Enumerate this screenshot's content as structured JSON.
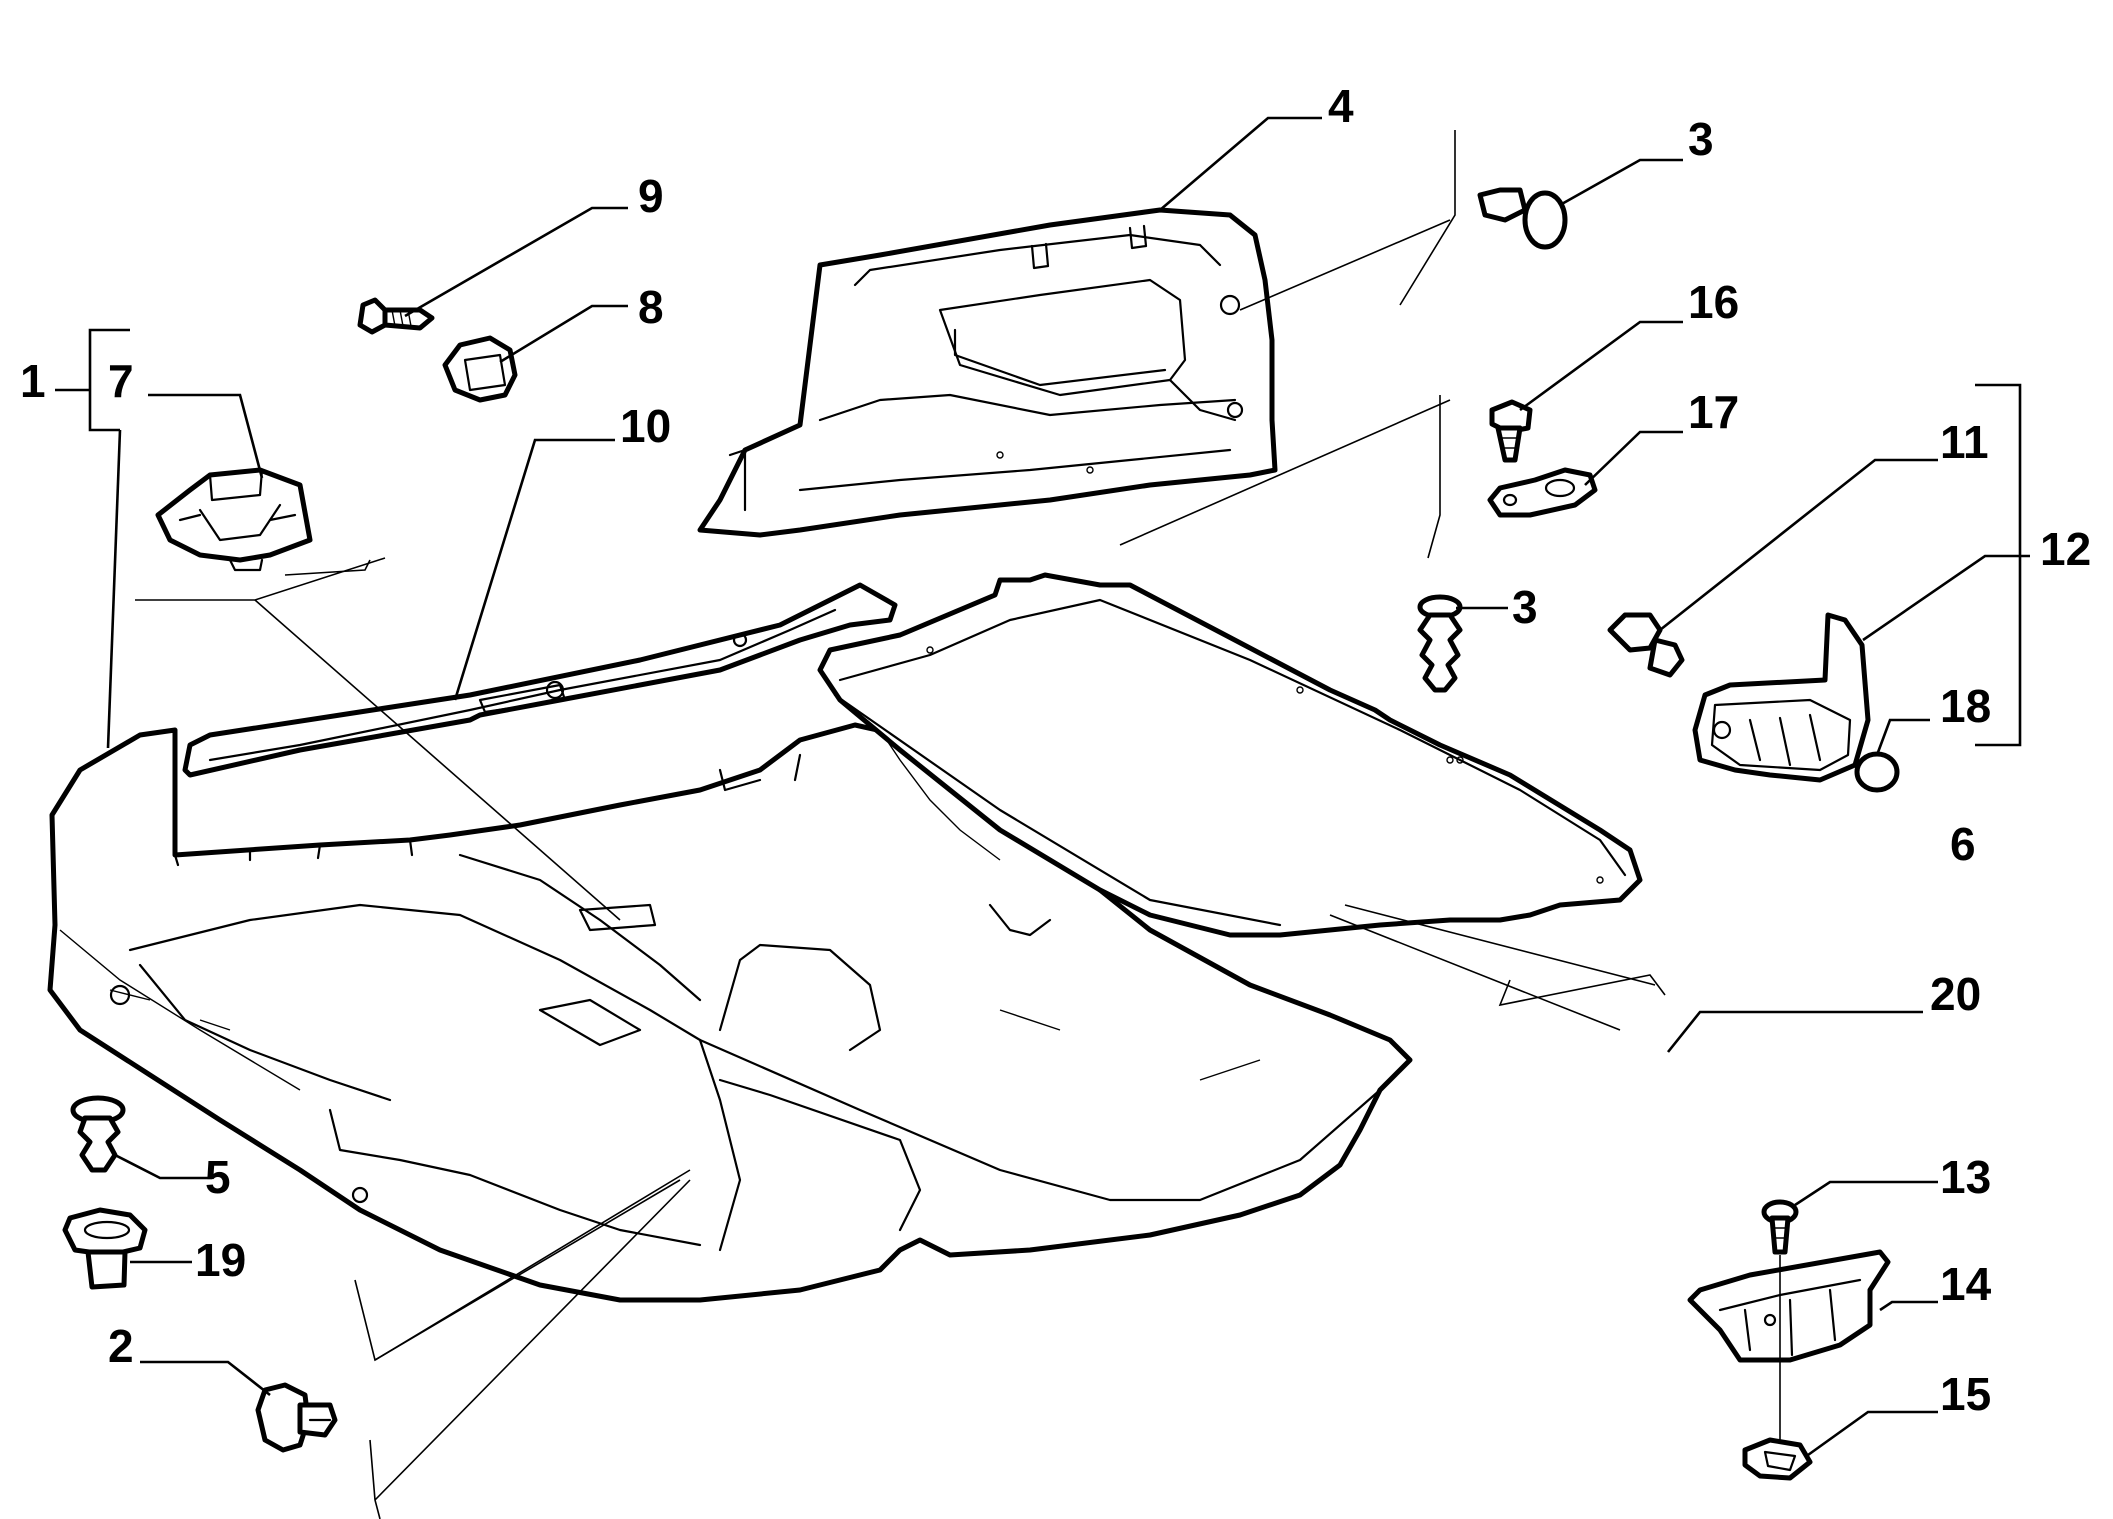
{
  "callouts": {
    "c1": "1",
    "c2": "2",
    "c3a": "3",
    "c3b": "3",
    "c4": "4",
    "c5": "5",
    "c6": "6",
    "c7": "7",
    "c8": "8",
    "c9": "9",
    "c10": "10",
    "c11": "11",
    "c12": "12",
    "c13": "13",
    "c14": "14",
    "c15": "15",
    "c16": "16",
    "c17": "17",
    "c18": "18",
    "c19": "19",
    "c20": "20"
  }
}
